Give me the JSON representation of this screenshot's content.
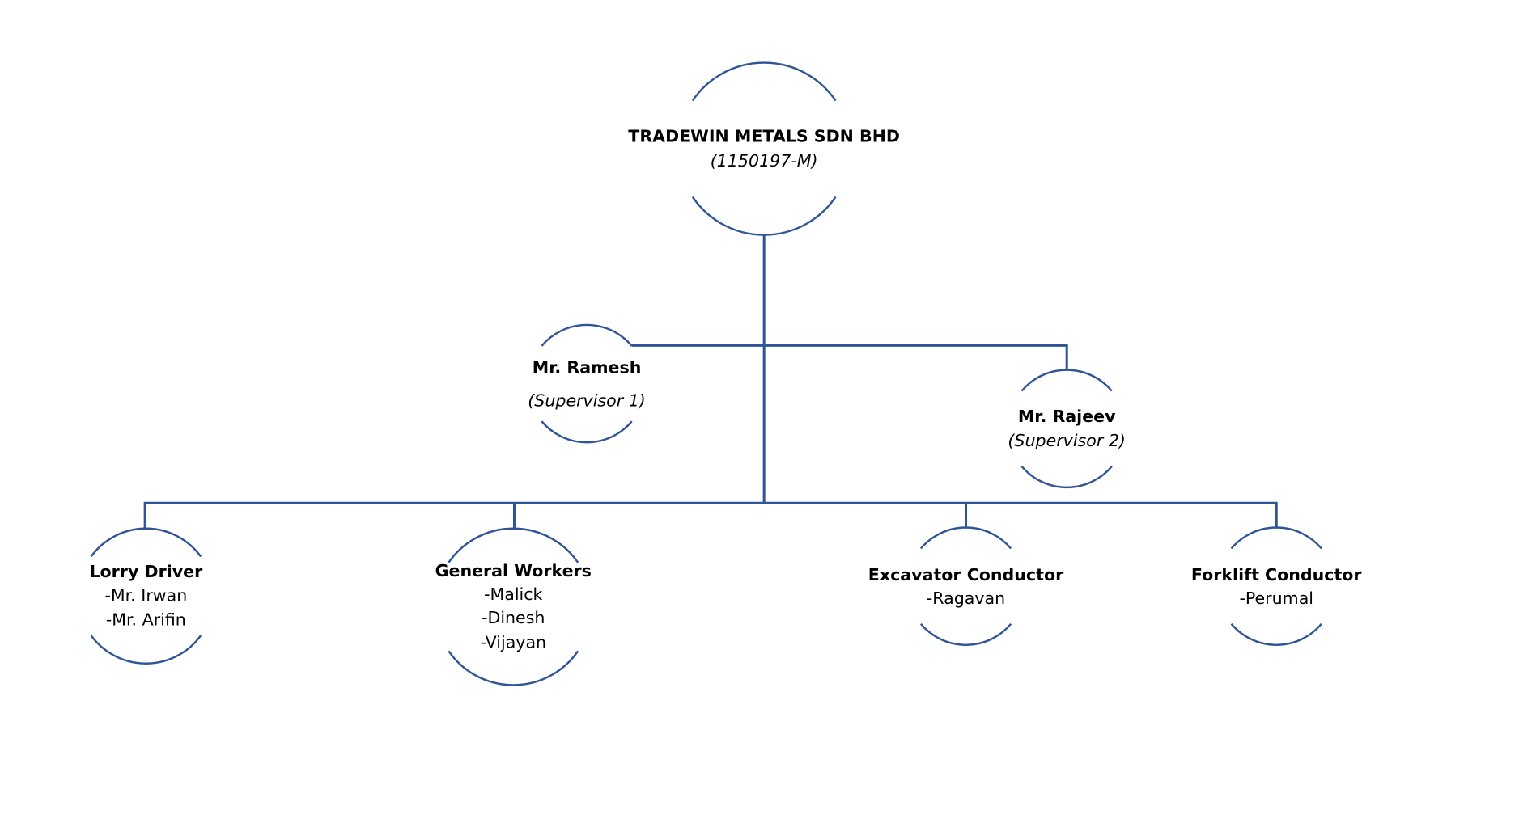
{
  "colors": {
    "line": "#2F5597",
    "text": "#000000"
  },
  "company": {
    "name": "TRADEWIN METALS SDN BHD",
    "reg": "(1150197-M)"
  },
  "supervisors": [
    {
      "name": "Mr. Ramesh",
      "role": "(Supervisor 1)"
    },
    {
      "name": "Mr. Rajeev",
      "role": "(Supervisor 2)"
    }
  ],
  "teams": [
    {
      "title": "Lorry Driver",
      "members": [
        "-Mr. Irwan",
        "-Mr. Arifin"
      ]
    },
    {
      "title": "General Workers",
      "members": [
        "-Malick",
        "-Dinesh",
        "-Vijayan"
      ]
    },
    {
      "title": "Excavator Conductor",
      "members": [
        "-Ragavan"
      ]
    },
    {
      "title": "Forklift Conductor",
      "members": [
        "-Perumal"
      ]
    }
  ]
}
